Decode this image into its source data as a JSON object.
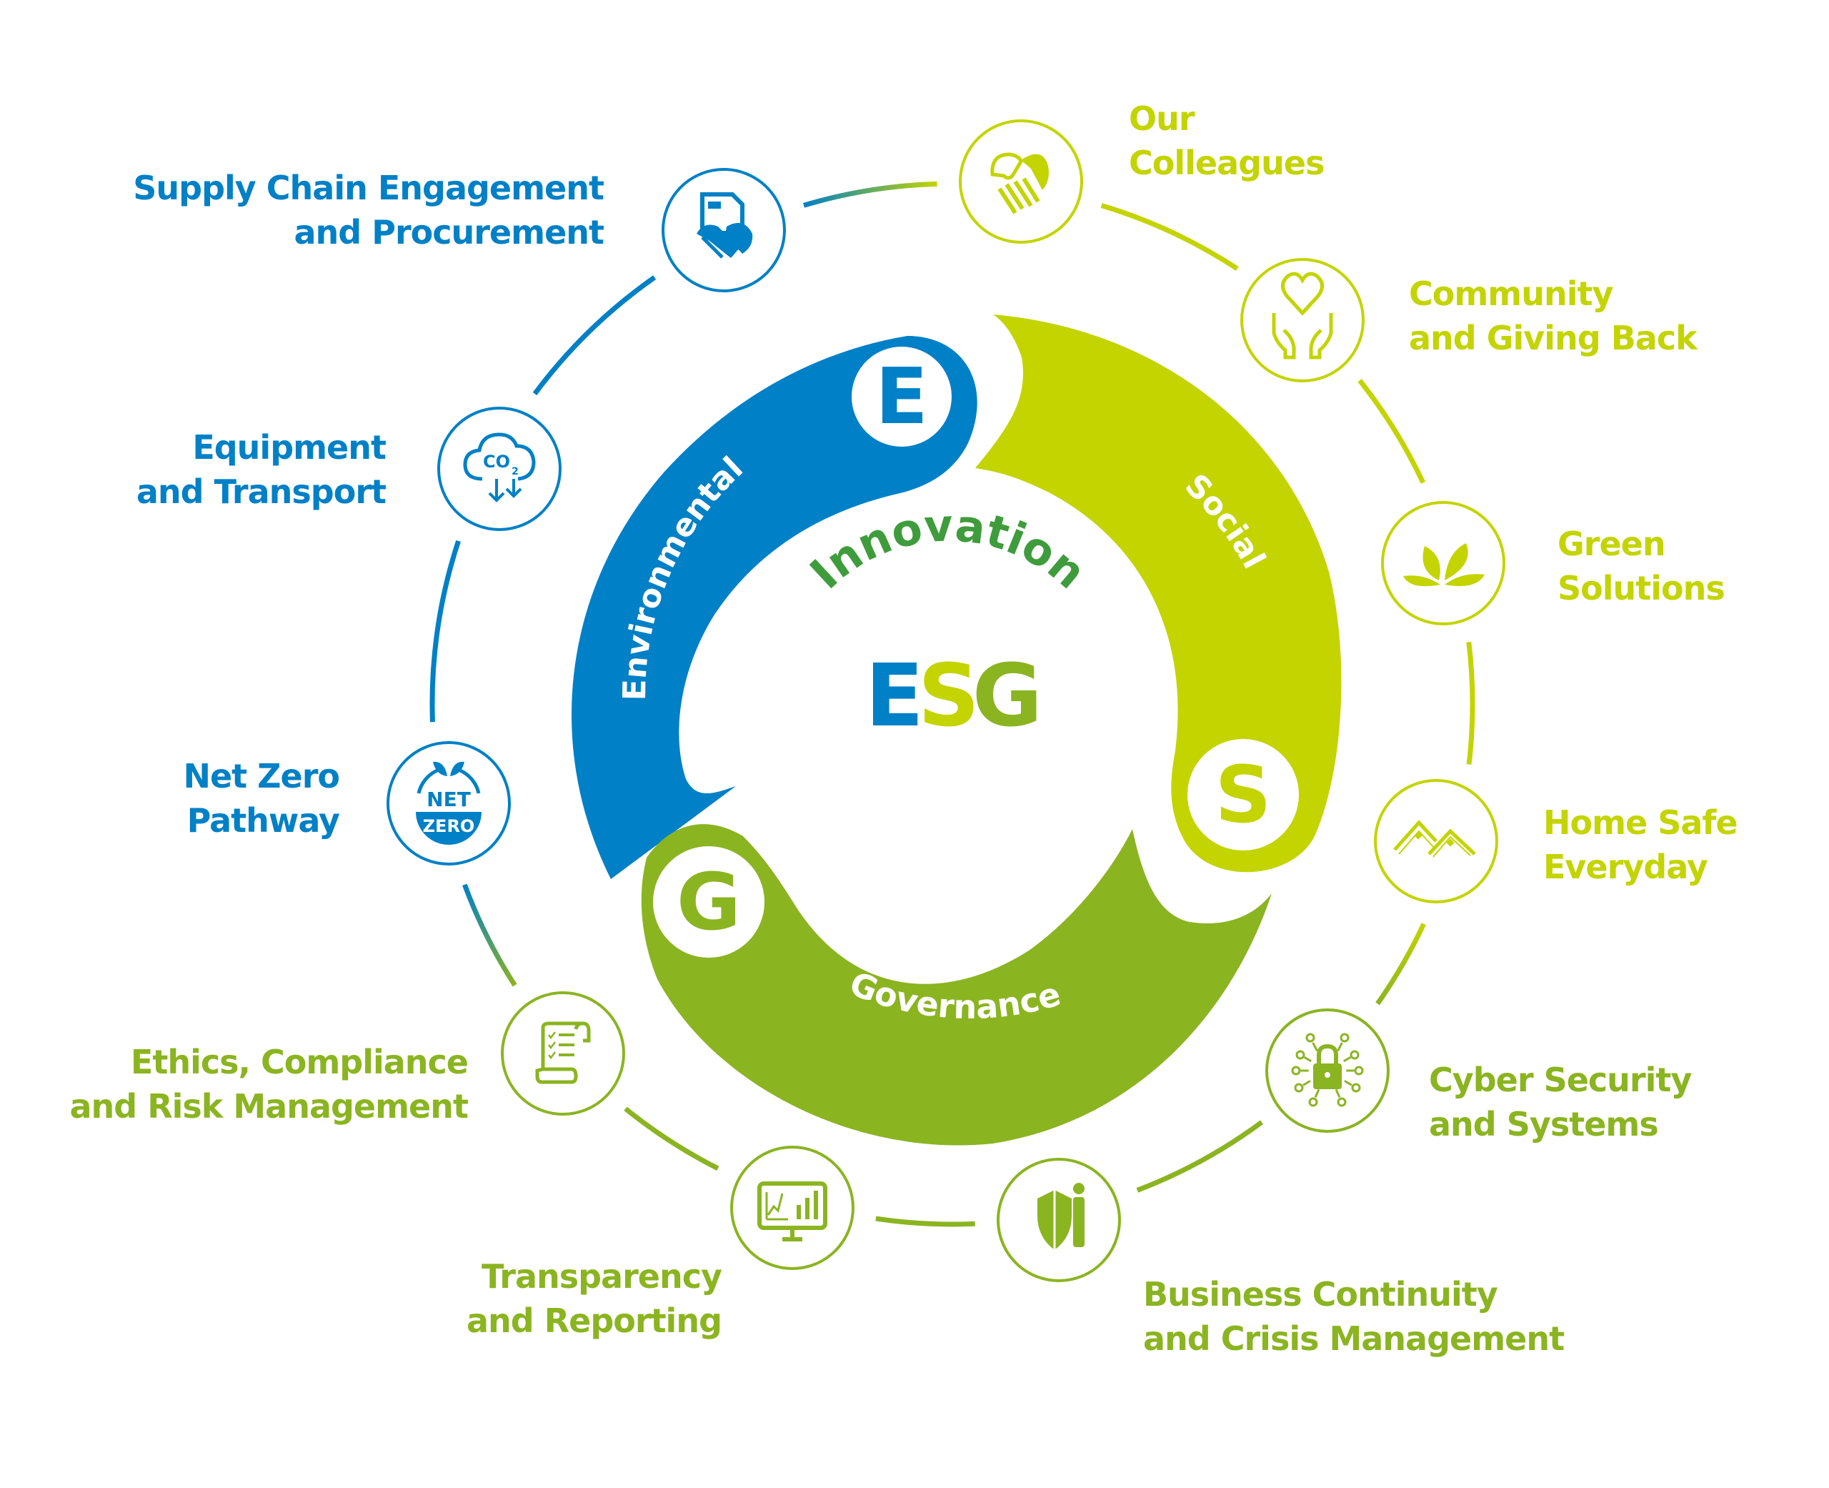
{
  "colors": {
    "blue": "#0080C6",
    "lime": "#C3D400",
    "green": "#8BB421",
    "innovation": "#3F9C3C",
    "white": "#FFFFFF"
  },
  "center": {
    "top_label": "Innovation",
    "title_letters": [
      "E",
      "S",
      "G"
    ]
  },
  "segments": [
    {
      "letter": "E",
      "label": "Environmental",
      "color": "#0080C6"
    },
    {
      "letter": "S",
      "label": "Social",
      "color": "#C3D400"
    },
    {
      "letter": "G",
      "label": "Governance",
      "color": "#8BB421"
    }
  ],
  "topics": [
    {
      "lines": [
        "Supply Chain Engagement",
        "and Procurement"
      ],
      "icon": "handshake-document-icon",
      "color": "#0080C6",
      "pillar": "E"
    },
    {
      "lines": [
        "Our",
        "Colleagues"
      ],
      "icon": "handshake-heart-icon",
      "color": "#C3D400",
      "pillar": "S"
    },
    {
      "lines": [
        "Community",
        "and Giving Back"
      ],
      "icon": "hands-heart-icon",
      "color": "#C3D400",
      "pillar": "S"
    },
    {
      "lines": [
        "Green",
        "Solutions"
      ],
      "icon": "leaves-icon",
      "color": "#C3D400",
      "pillar": "S"
    },
    {
      "lines": [
        "Home Safe",
        "Everyday"
      ],
      "icon": "rooftops-icon",
      "color": "#C3D400",
      "pillar": "S"
    },
    {
      "lines": [
        "Cyber Security",
        "and Systems"
      ],
      "icon": "circuit-lock-icon",
      "color": "#8BB421",
      "pillar": "G"
    },
    {
      "lines": [
        "Business Continuity",
        "and Crisis Management"
      ],
      "icon": "shield-person-icon",
      "color": "#8BB421",
      "pillar": "G"
    },
    {
      "lines": [
        "Transparency",
        "and Reporting"
      ],
      "icon": "monitor-chart-icon",
      "color": "#8BB421",
      "pillar": "G"
    },
    {
      "lines": [
        "Ethics, Compliance",
        "and Risk Management"
      ],
      "icon": "checklist-scroll-icon",
      "color": "#8BB421",
      "pillar": "G"
    },
    {
      "lines": [
        "Net Zero",
        "Pathway"
      ],
      "icon": "net-zero-badge-icon",
      "color": "#0080C6",
      "pillar": "E"
    },
    {
      "lines": [
        "Equipment",
        "and Transport"
      ],
      "icon": "co2-cloud-icon",
      "color": "#0080C6",
      "pillar": "E"
    }
  ],
  "badges": {
    "co2": "CO",
    "co2_sub": "2",
    "net": "NET",
    "zero": "ZERO"
  }
}
